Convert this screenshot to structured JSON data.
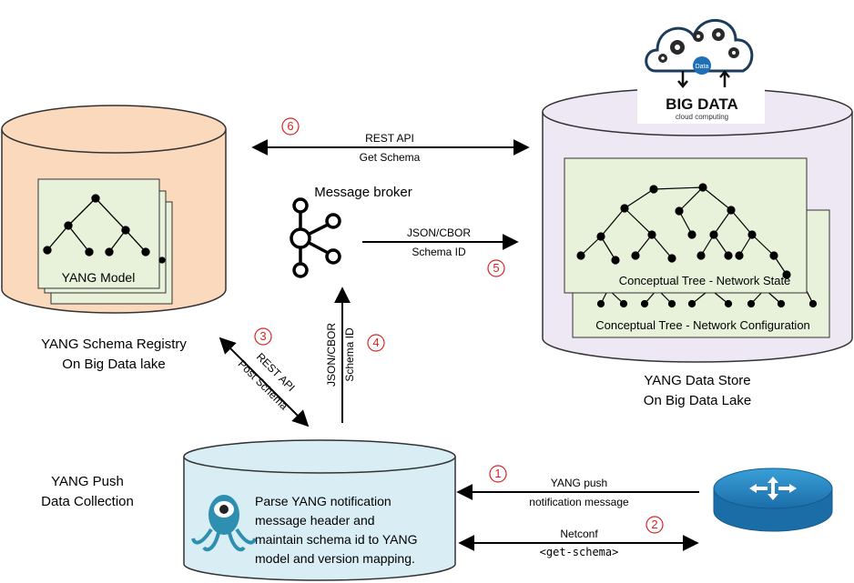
{
  "schema_registry": {
    "model_label": "YANG Model",
    "title_line1": "YANG Schema Registry",
    "title_line2": "On Big Data lake"
  },
  "data_store": {
    "tree_state_label": "Conceptual Tree - Network State",
    "tree_config_label": "Conceptual Tree - Network Configuration",
    "title_line1": "YANG Data Store",
    "title_line2": "On Big Data Lake"
  },
  "big_data_logo": {
    "title": "BIG DATA",
    "subtitle": "cloud computing",
    "badge": "Data"
  },
  "message_broker": {
    "label": "Message broker"
  },
  "collection": {
    "title_line1": "YANG Push",
    "title_line2": "Data Collection",
    "text_lines": [
      "Parse YANG notification",
      "message header and",
      "maintain schema id to YANG",
      "model and version mapping."
    ]
  },
  "flows": {
    "f6": {
      "num": "6",
      "line1": "REST API",
      "line2": "Get Schema"
    },
    "f5": {
      "num": "5",
      "line1": "JSON/CBOR",
      "line2": "Schema ID"
    },
    "f4": {
      "num": "4",
      "line1": "JSON/CBOR",
      "line2": "Schema ID"
    },
    "f3": {
      "num": "3",
      "line1": "REST API",
      "line2": "Post Schema"
    },
    "f1": {
      "num": "1",
      "line1": "YANG push",
      "line2": "notification message"
    },
    "f2": {
      "num": "2",
      "line1": "Netconf",
      "line2": "<get-schema>"
    }
  }
}
